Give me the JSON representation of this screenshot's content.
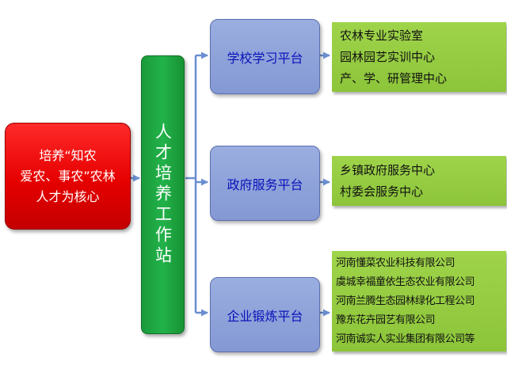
{
  "colors": {
    "core_fill": "#e60000",
    "station_fill": "#22b24a",
    "platform_fill": "#8c9fd6",
    "platform_text": "#0a12b8",
    "list_fill": "#92c83e",
    "connector": "#6a8ed0"
  },
  "core": {
    "lines": [
      "培养“知农",
      "爱农、事农”农林",
      "人才为核心"
    ]
  },
  "station": {
    "label": "人才培养工作站"
  },
  "platforms": [
    {
      "id": "school",
      "label": "学校学习平台",
      "items": [
        "农林专业实验室",
        "园林园艺实训中心",
        "产、学、研管理中心"
      ]
    },
    {
      "id": "gov",
      "label": "政府服务平台",
      "items": [
        "乡镇政府服务中心",
        "村委会服务中心"
      ]
    },
    {
      "id": "biz",
      "label": "企业锻炼平台",
      "items": [
        "河南懂菜农业科技有限公司",
        "虞城幸福童依生态农业有限公司",
        "河南兰腾生态园林绿化工程公司",
        "豫东花卉园艺有限公司",
        "河南诚实人实业集团有限公司等"
      ]
    }
  ]
}
